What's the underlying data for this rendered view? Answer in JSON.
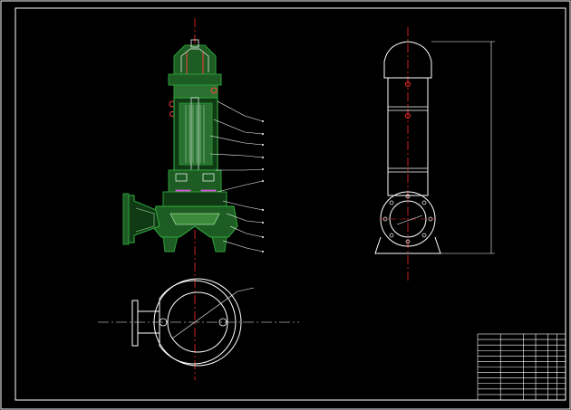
{
  "colors": {
    "background": "#000000",
    "frame": "#ffffff",
    "body": "#2e9e3a",
    "fill": "#3b8a3b",
    "centerline": "#ff2a2a",
    "accent": "#e060e0",
    "leader": "#ffffff"
  },
  "views": {
    "section": "pump-section-view",
    "side": "pump-side-view",
    "plan": "pump-plan-view"
  },
  "title_block": {
    "rows": 12,
    "cols": 6
  }
}
